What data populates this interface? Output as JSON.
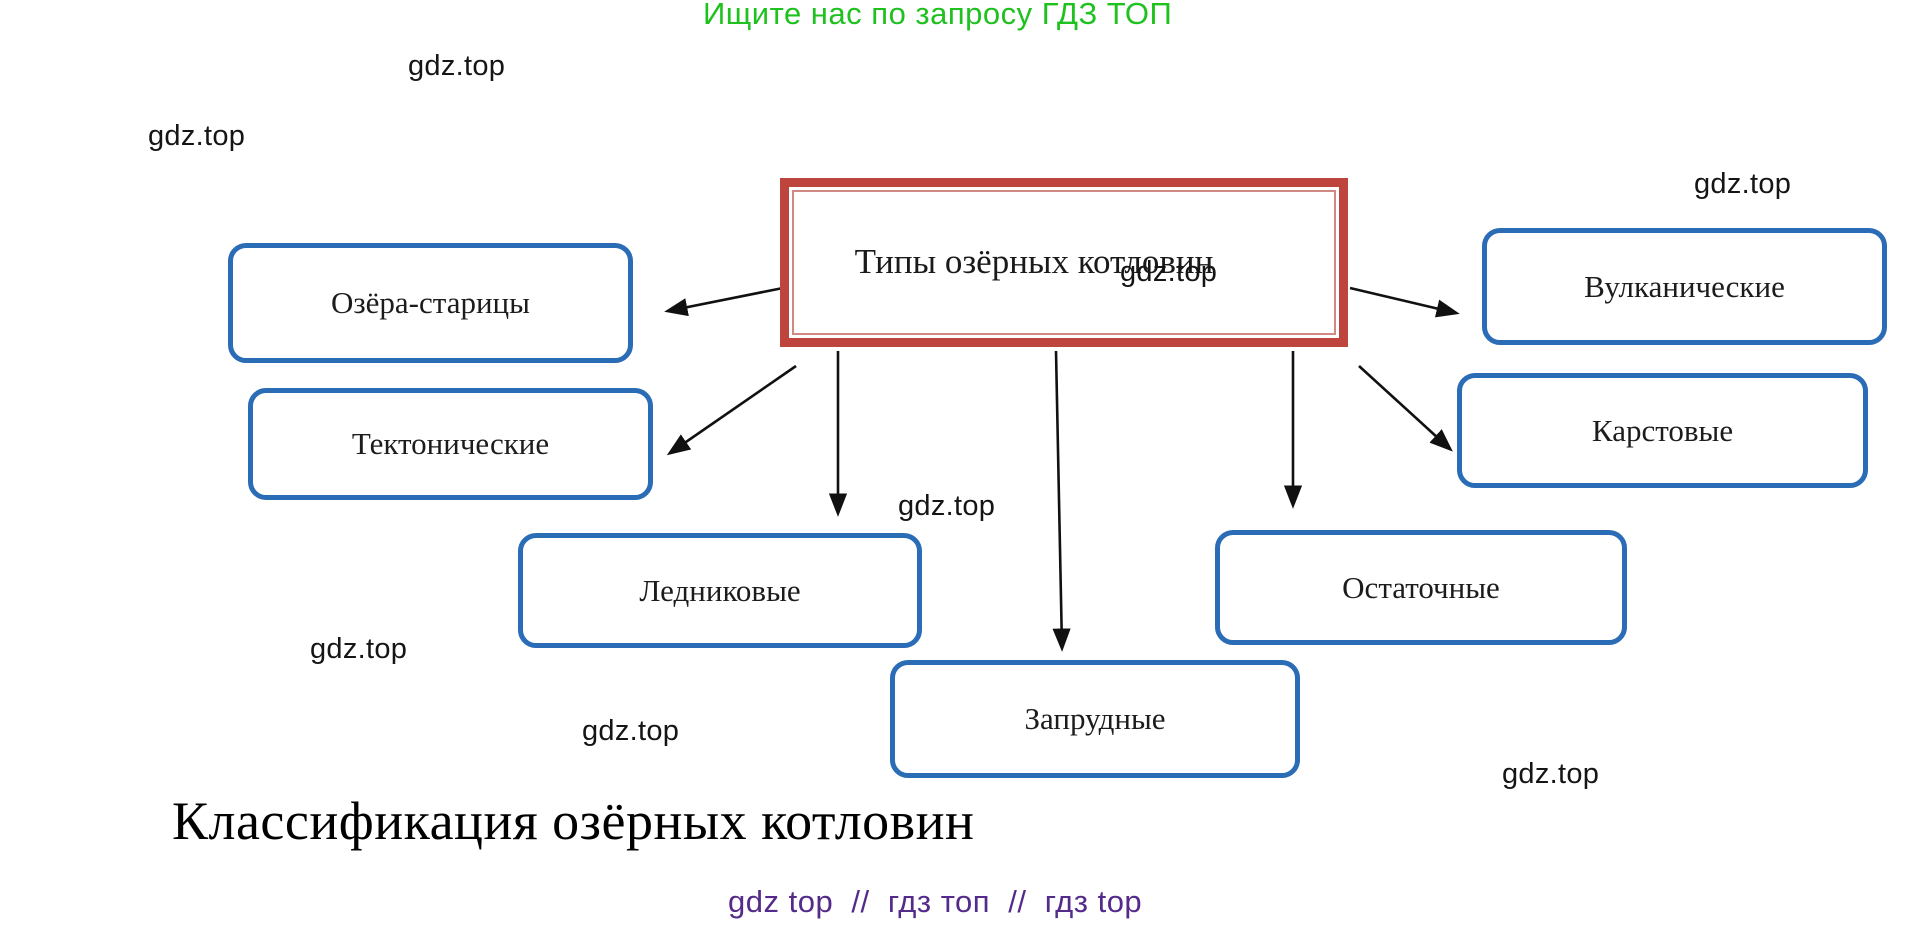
{
  "header": {
    "text": "Ищите нас по запросу ГДЗ ТОП",
    "color": "#1fc11f"
  },
  "watermark": {
    "text": "gdz.top"
  },
  "diagram": {
    "root": {
      "label": "Типы озёрных котловин"
    },
    "nodes": {
      "ozera": {
        "label": "Озёра-старицы"
      },
      "tekton": {
        "label": "Тектонические"
      },
      "lednik": {
        "label": "Ледниковые"
      },
      "zaprud": {
        "label": "Запрудные"
      },
      "ostat": {
        "label": "Остаточные"
      },
      "karst": {
        "label": "Карстовые"
      },
      "vulkan": {
        "label": "Вулканические"
      }
    },
    "root_border_color": "#bd453e",
    "node_border_color": "#2a6cb5",
    "arrow_color": "#111111"
  },
  "caption": {
    "text": "Классификация озёрных котловин"
  },
  "footer": {
    "text": "gdz top  //  гдз топ  //  гдз top",
    "color": "#542b8b"
  }
}
